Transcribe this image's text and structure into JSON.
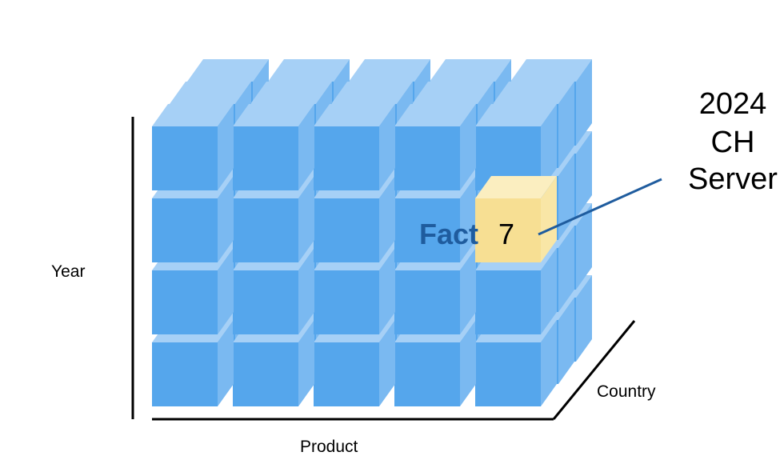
{
  "diagram": {
    "axes": {
      "vertical_label": "Year",
      "horizontal_label": "Product",
      "depth_label": "Country"
    },
    "cube": {
      "columns": 5,
      "rows": 4,
      "depth_layers": 3,
      "highlighted_cell": {
        "column": 5,
        "row": 2,
        "layer": 1
      }
    },
    "fact": {
      "label": "Fact",
      "value": "7"
    },
    "callout": {
      "lines": [
        "2024",
        "CH",
        "Server"
      ]
    },
    "colors": {
      "cube_front": "#55a6ec",
      "cube_top": "#a6d0f6",
      "cube_side": "#7ab9f1",
      "fact_front": "#f7df93",
      "fact_label": "#1f5c9e",
      "callout_line": "#1f5c9e"
    }
  }
}
